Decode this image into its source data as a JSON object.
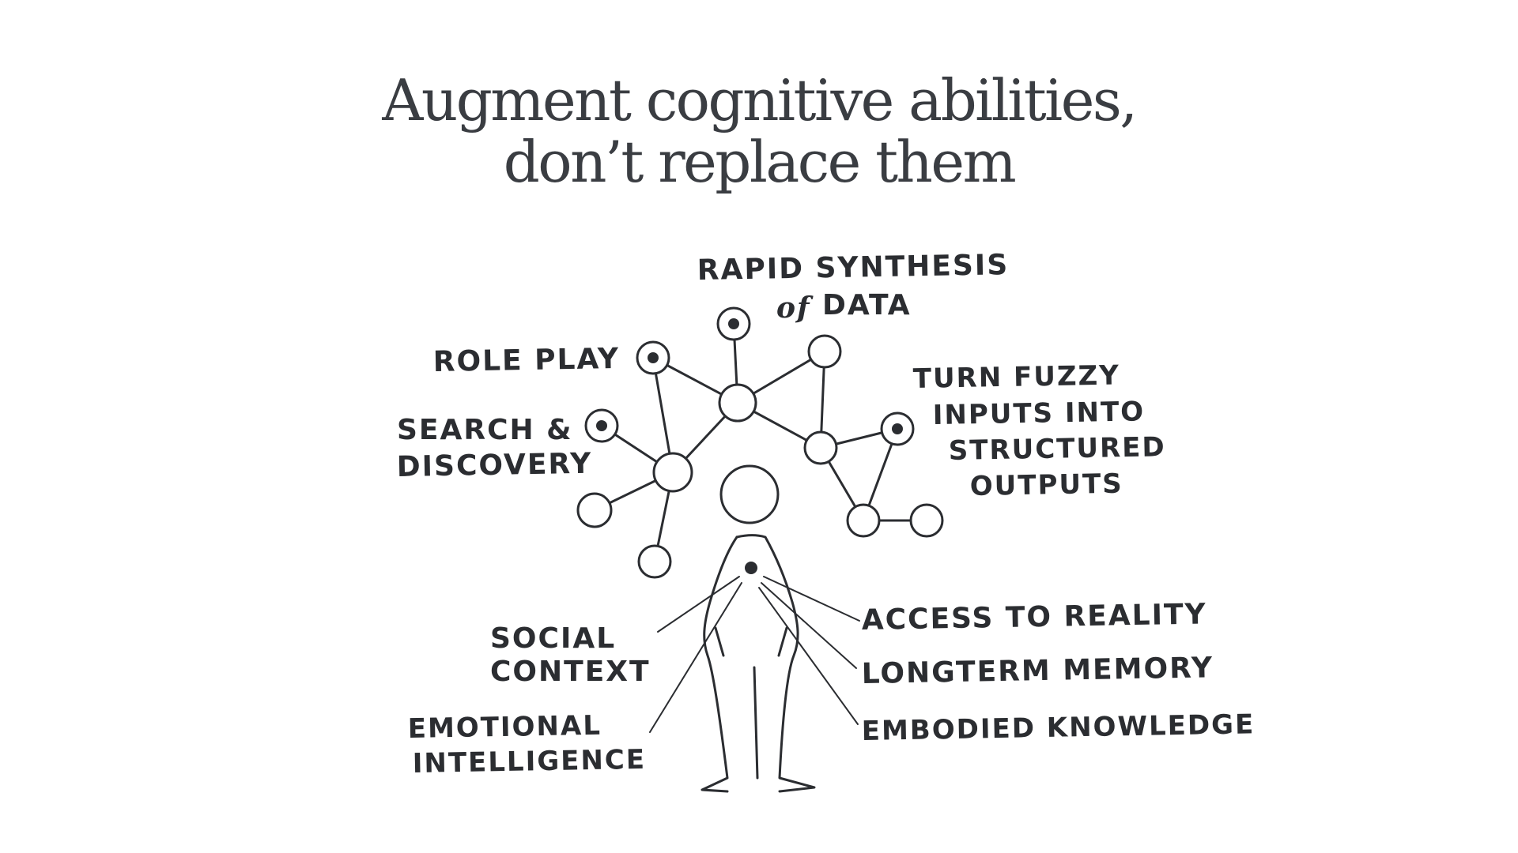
{
  "title": {
    "line1": "Augment cognitive abilities,",
    "line2": "don’t replace them"
  },
  "ai_capabilities": {
    "rapid_synthesis_line1": "RAPID SYNTHESIS",
    "rapid_synthesis_of": "of",
    "rapid_synthesis_data": "DATA",
    "role_play": "ROLE PLAY",
    "search_line1": "SEARCH &",
    "search_line2": "DISCOVERY",
    "turn_fuzzy_line1": "TURN FUZZY",
    "turn_fuzzy_line2": "INPUTS INTO",
    "turn_fuzzy_line3": "STRUCTURED",
    "turn_fuzzy_line4": "OUTPUTS"
  },
  "human_abilities": {
    "social_line1": "SOCIAL",
    "social_line2": "CONTEXT",
    "emotional_line1": "EMOTIONAL",
    "emotional_line2": "INTELLIGENCE",
    "access_to_reality": "ACCESS TO REALITY",
    "longterm_memory": "LONGTERM MEMORY",
    "embodied_knowledge": "EMBODIED KNOWLEDGE"
  },
  "colors": {
    "ink": "#2b2d31",
    "title": "#3a3d42",
    "background": "#ffffff"
  }
}
